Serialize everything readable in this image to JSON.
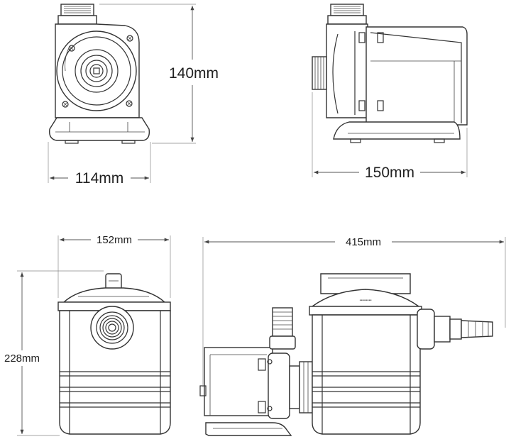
{
  "dimensions": {
    "view1_height": "140mm",
    "view1_width": "114mm",
    "view2_depth": "150mm",
    "view3_width": "152mm",
    "view3_height": "228mm",
    "view4_length": "415mm"
  },
  "colors": {
    "line": "#333333",
    "text": "#222222",
    "background": "#ffffff"
  }
}
